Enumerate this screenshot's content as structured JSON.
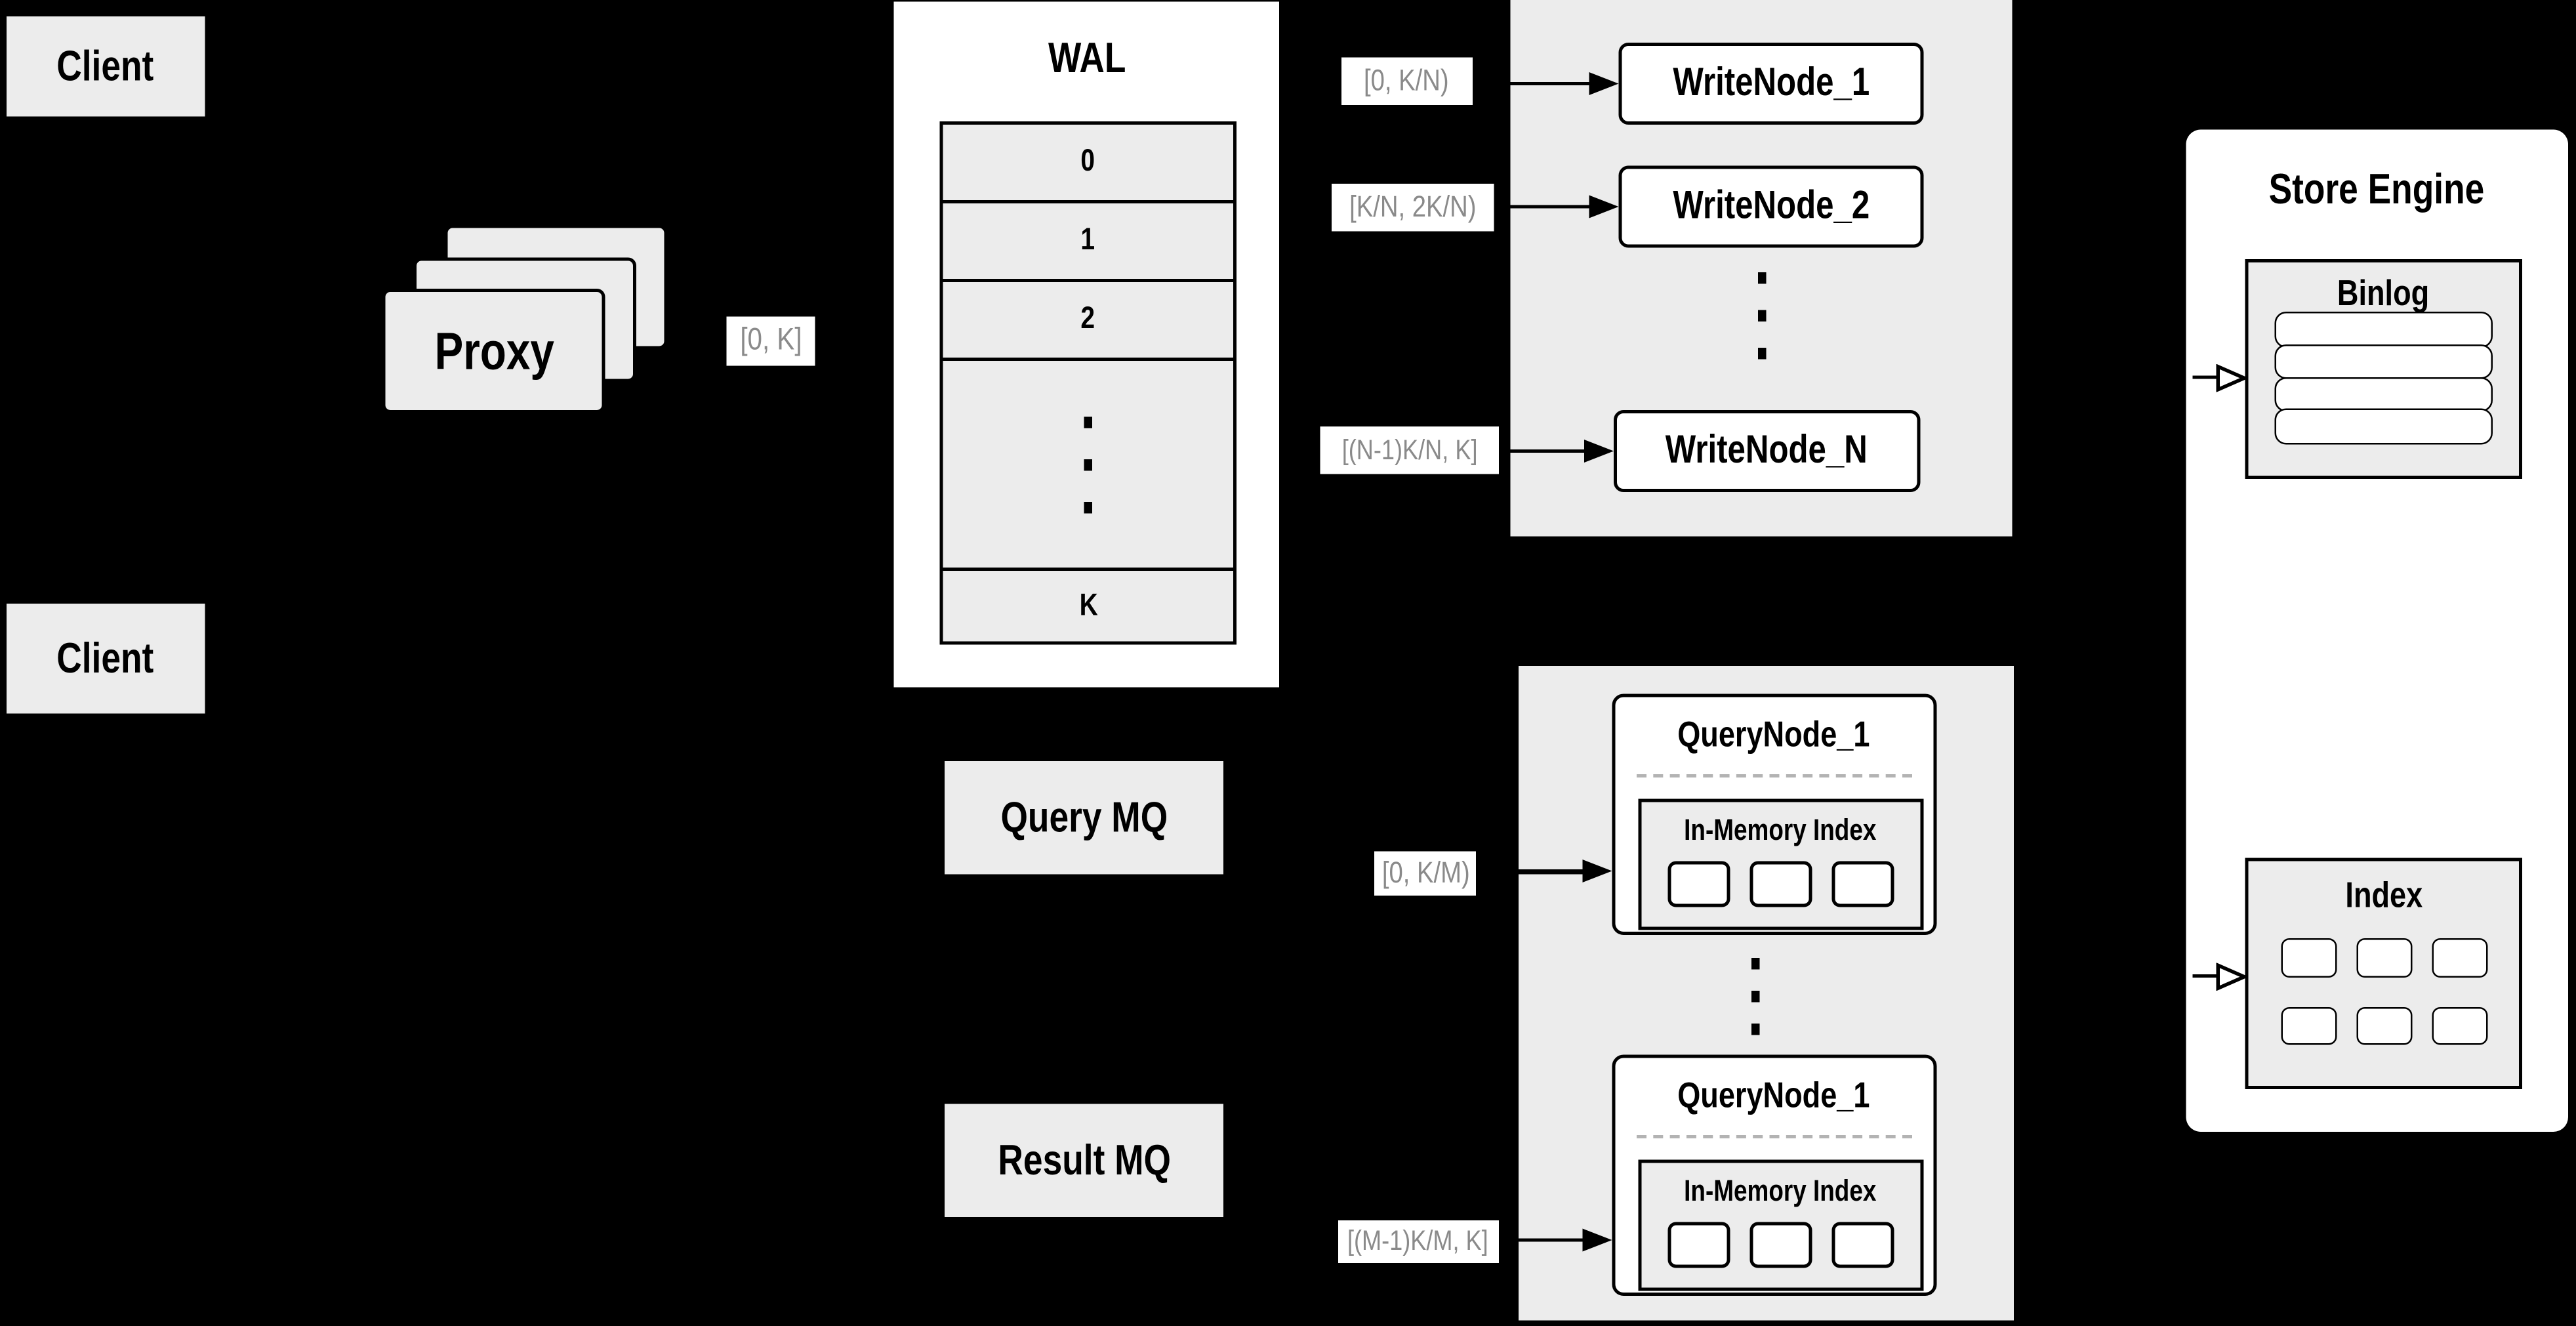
{
  "colors": {
    "background": "#000000",
    "panel_gray": "#ececec",
    "node_white": "#ffffff",
    "border_black": "#000000",
    "range_label_text": "#8a8a8a",
    "dashed_separator": "#b3b3b3"
  },
  "clients": {
    "top_label": "Client",
    "bottom_label": "Client"
  },
  "proxy": {
    "label": "Proxy",
    "stack_count": 3
  },
  "wal": {
    "title": "WAL",
    "segments": [
      "0",
      "1",
      "2",
      "K"
    ]
  },
  "edge_labels": {
    "proxy_wal": "[0, K]",
    "wal_write_1": "[0, K/N)",
    "wal_write_2": "[K/N, 2K/N)",
    "wal_write_n": "[(N-1)K/N, K]",
    "query_mq_node_1": "[0, K/M)",
    "query_mq_node_m": "[(M-1)K/M, K]"
  },
  "write_nodes": {
    "node_1": "WriteNode_1",
    "node_2": "WriteNode_2",
    "node_n": "WriteNode_N"
  },
  "mq": {
    "query_label": "Query MQ",
    "result_label": "Result MQ"
  },
  "query_nodes": {
    "top_title": "QueryNode_1",
    "top_index_title": "In-Memory Index",
    "top_segment_count": 3,
    "bottom_title": "QueryNode_1",
    "bottom_index_title": "In-Memory Index",
    "bottom_segment_count": 3
  },
  "store_engine": {
    "title": "Store Engine",
    "binlog_title": "Binlog",
    "binlog_bar_count": 4,
    "index_title": "Index",
    "index_cell_count": 6
  }
}
